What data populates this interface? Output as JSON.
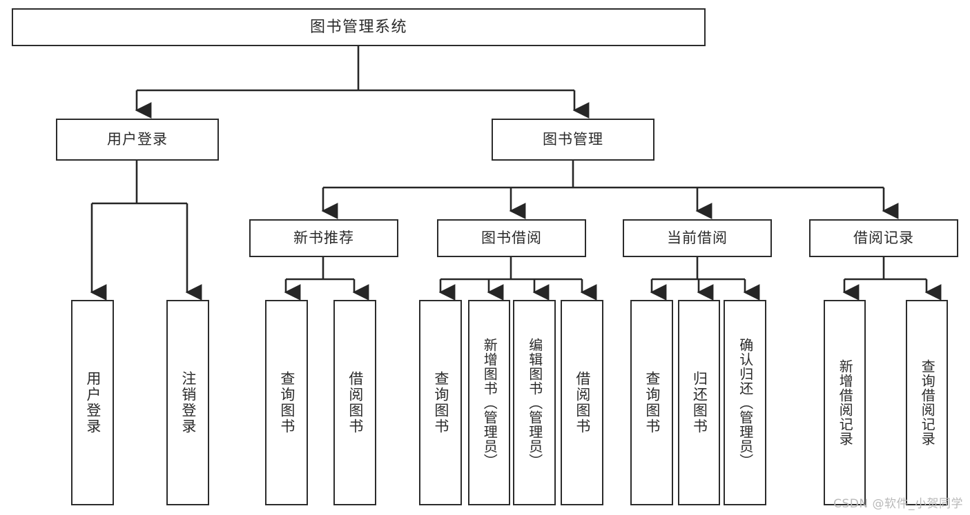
{
  "diagram": {
    "type": "hierarchy-tree",
    "title": "图书管理系统",
    "watermark": "CSDN @软件_小贺同学",
    "colors": {
      "box_border": "#2b2b2b",
      "box_fill": "#ffffff",
      "connector": "#262626",
      "text": "#2a2a2a",
      "watermark": "#b9b9b9"
    },
    "nodes": {
      "root": {
        "label": "图书管理系统",
        "level": 1
      },
      "user_login": {
        "label": "用户登录",
        "level": 2
      },
      "book_manage": {
        "label": "图书管理",
        "level": 2
      },
      "new_book_rec": {
        "label": "新书推荐",
        "level": 3
      },
      "book_borrow": {
        "label": "图书借阅",
        "level": 3
      },
      "current_borrow": {
        "label": "当前借阅",
        "level": 3
      },
      "borrow_record": {
        "label": "借阅记录",
        "level": 3
      },
      "leaf_user_login": {
        "label": "用户登录",
        "level": 4
      },
      "leaf_logout": {
        "label": "注销登录",
        "level": 4
      },
      "leaf_query_book_1": {
        "label": "查询图书",
        "level": 4
      },
      "leaf_borrow_book_1": {
        "label": "借阅图书",
        "level": 4
      },
      "leaf_query_book_2": {
        "label": "查询图书",
        "level": 4
      },
      "leaf_add_book_admin": {
        "label": "新增图书（管理员）",
        "level": 4
      },
      "leaf_edit_book_admin": {
        "label": "编辑图书（管理员）",
        "level": 4
      },
      "leaf_borrow_book_2": {
        "label": "借阅图书",
        "level": 4
      },
      "leaf_query_book_3": {
        "label": "查询图书",
        "level": 4
      },
      "leaf_return_book": {
        "label": "归还图书",
        "level": 4
      },
      "leaf_confirm_return_admin": {
        "label": "确认归还（管理员）",
        "level": 4
      },
      "leaf_add_borrow_record": {
        "label": "新增借阅记录",
        "level": 4
      },
      "leaf_query_borrow_record": {
        "label": "查询借阅记录",
        "level": 4
      }
    },
    "edges": [
      {
        "from": "root",
        "to": "user_login"
      },
      {
        "from": "root",
        "to": "book_manage"
      },
      {
        "from": "user_login",
        "to": "leaf_user_login"
      },
      {
        "from": "user_login",
        "to": "leaf_logout"
      },
      {
        "from": "book_manage",
        "to": "new_book_rec"
      },
      {
        "from": "book_manage",
        "to": "book_borrow"
      },
      {
        "from": "book_manage",
        "to": "current_borrow"
      },
      {
        "from": "book_manage",
        "to": "borrow_record"
      },
      {
        "from": "new_book_rec",
        "to": "leaf_query_book_1"
      },
      {
        "from": "new_book_rec",
        "to": "leaf_borrow_book_1"
      },
      {
        "from": "book_borrow",
        "to": "leaf_query_book_2"
      },
      {
        "from": "book_borrow",
        "to": "leaf_add_book_admin"
      },
      {
        "from": "book_borrow",
        "to": "leaf_edit_book_admin"
      },
      {
        "from": "book_borrow",
        "to": "leaf_borrow_book_2"
      },
      {
        "from": "current_borrow",
        "to": "leaf_query_book_3"
      },
      {
        "from": "current_borrow",
        "to": "leaf_return_book"
      },
      {
        "from": "current_borrow",
        "to": "leaf_confirm_return_admin"
      },
      {
        "from": "borrow_record",
        "to": "leaf_add_borrow_record"
      },
      {
        "from": "borrow_record",
        "to": "leaf_query_borrow_record"
      }
    ]
  }
}
